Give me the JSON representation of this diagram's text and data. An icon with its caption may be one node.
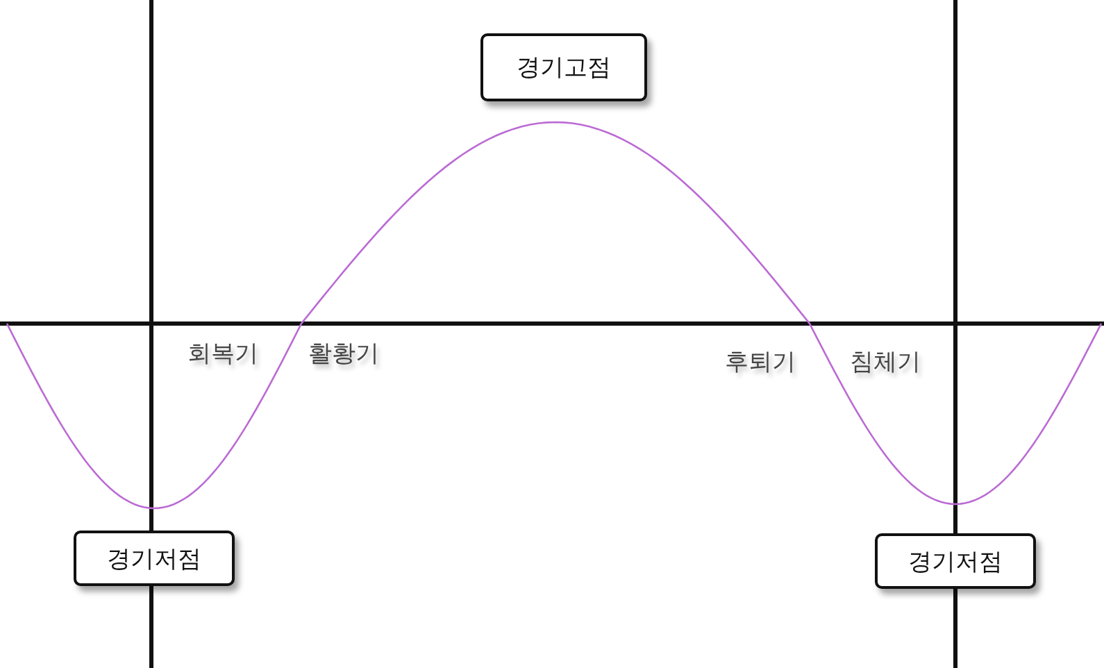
{
  "diagram": {
    "nodes": [
      {
        "text": [
          "경기고점"
        ]
      },
      {
        "text": [
          "경기저점"
        ]
      },
      {
        "text": [
          "경기저점"
        ]
      }
    ],
    "labels": [
      "회복기",
      "활황기",
      "후퇴기",
      "침체기"
    ]
  }
}
